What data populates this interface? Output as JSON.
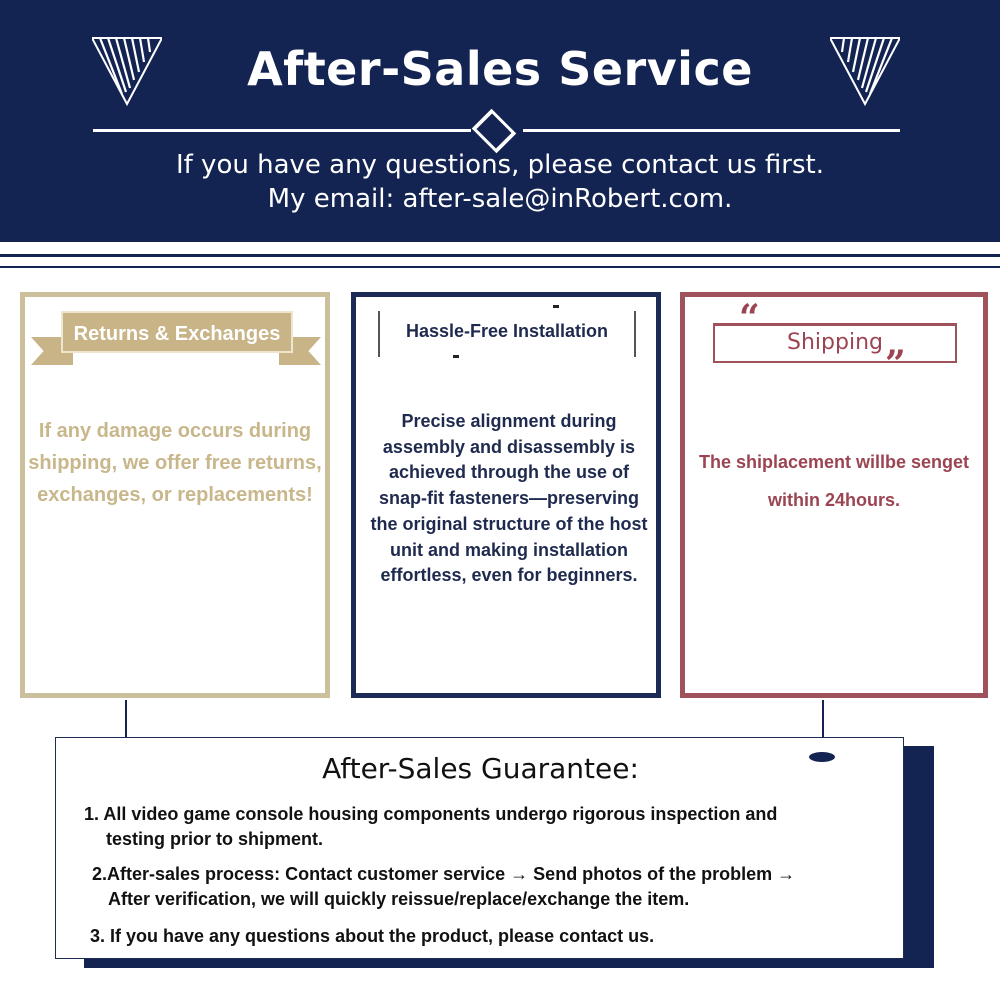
{
  "header": {
    "title": "After-Sales Service",
    "line1": "If you have any questions, please contact us first.",
    "line2": "My email: after-sale@inRobert.com.",
    "background": "#142452",
    "decor_icon": "striped-triangle-icon"
  },
  "cards": {
    "returns": {
      "title": "Returns & Exchanges",
      "text": "If any damage occurs during shipping, we offer free returns, exchanges, or replacements!",
      "color": "#cbbf9c"
    },
    "installation": {
      "title": "Hassle-Free Installation",
      "text": "Precise alignment during assembly and disassembly is achieved through the use of snap-fit fasteners—preserving the original structure of the host unit and making installation effortless, even for beginners.",
      "color": "#1c2a56"
    },
    "shipping": {
      "title": "Shipping",
      "text": "The shiplacement willbe senget within 24hours.",
      "color": "#a0525c"
    }
  },
  "guarantee": {
    "title": "After-Sales Guarantee:",
    "item1_a": "1. All video game console housing components undergo rigorous inspection and",
    "item1_b": "testing prior to shipment.",
    "item2_a": "2.After-sales process: Contact customer service → Send photos of the problem →",
    "item2_b": "After verification, we will quickly reissue/replace/exchange the item.",
    "item3": "3. If you have any questions about the product, please contact us."
  }
}
